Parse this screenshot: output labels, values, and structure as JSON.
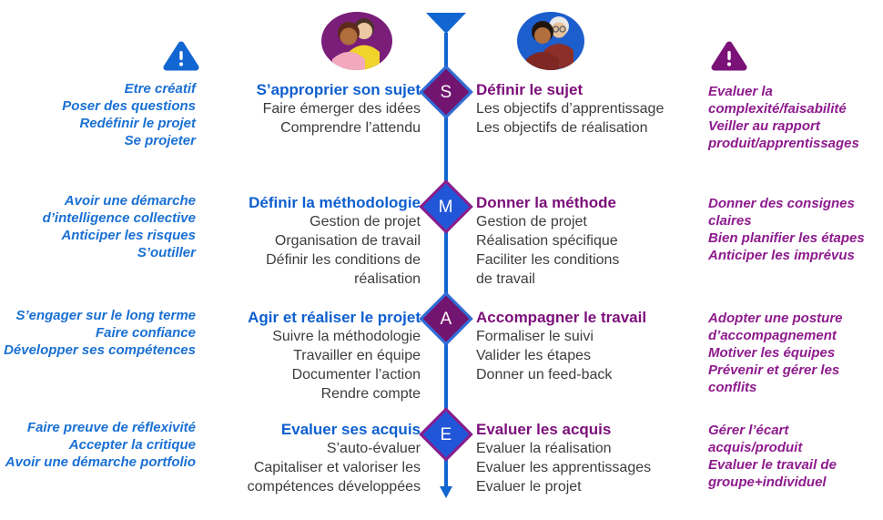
{
  "colors": {
    "student_accent_blue": "#1a70d4",
    "student_heading_blue": "#0d5fd0",
    "teacher_heading_purple": "#7c0f7a",
    "teacher_accent_purple": "#8e1b8e",
    "timeline_blue": "#1266d1",
    "diamond_purple_fill": "#721570",
    "diamond_blue_fill": "#2156d8",
    "diamond_blue_border": "#2e6fd9",
    "diamond_purple_border": "#8c1d8a",
    "body_text": "#3d3d3d",
    "student_warning_icon": "#1266d1",
    "teacher_warning_icon": "#7b1278",
    "students_avatar_bg": "#7b1e7a",
    "teachers_avatar_bg": "#1d5ecd"
  },
  "timeline": {
    "steps": [
      {
        "letter": "S",
        "variant": "purple"
      },
      {
        "letter": "M",
        "variant": "blue"
      },
      {
        "letter": "A",
        "variant": "purple"
      },
      {
        "letter": "E",
        "variant": "blue"
      }
    ]
  },
  "rows": [
    {
      "student_postures": [
        "Etre créatif",
        "Poser des questions",
        "Redéfinir le projet",
        "Se projeter"
      ],
      "student_action_title": "S’approprier son sujet",
      "student_action_lines": [
        "Faire émerger des idées",
        "Comprendre l’attendu"
      ],
      "teacher_action_title": "Définir le sujet",
      "teacher_action_lines": [
        "Les objectifs d’apprentissage",
        "Les objectifs de réalisation"
      ],
      "teacher_postures": [
        "Evaluer la",
        "complexité/faisabilité",
        "Veiller au rapport",
        "produit/apprentissages"
      ]
    },
    {
      "student_postures": [
        "Avoir une démarche",
        "d’intelligence collective",
        "Anticiper les risques",
        "S’outiller"
      ],
      "student_action_title": "Définir la méthodologie",
      "student_action_lines": [
        "Gestion de projet",
        "Organisation de travail",
        "Définir les conditions de",
        "réalisation"
      ],
      "teacher_action_title": "Donner la méthode",
      "teacher_action_lines": [
        "Gestion de projet",
        "Réalisation spécifique",
        "Faciliter les conditions",
        "de travail"
      ],
      "teacher_postures": [
        "Donner des consignes",
        "claires",
        "Bien planifier les étapes",
        "Anticiper les imprévus"
      ]
    },
    {
      "student_postures": [
        "S’engager sur le long terme",
        "Faire confiance",
        "Développer  ses compétences"
      ],
      "student_action_title": "Agir et réaliser le projet",
      "student_action_lines": [
        "Suivre la méthodologie",
        "Travailler en équipe",
        "Documenter l’action",
        "Rendre compte"
      ],
      "teacher_action_title": "Accompagner le travail",
      "teacher_action_lines": [
        "Formaliser le suivi",
        "Valider les étapes",
        "Donner un feed-back"
      ],
      "teacher_postures": [
        "Adopter une posture",
        "d’accompagnement",
        "Motiver les équipes",
        "Prévenir et gérer les",
        "conflits"
      ]
    },
    {
      "student_postures": [
        "Faire preuve de réflexivité",
        "Accepter la critique",
        "Avoir une démarche portfolio"
      ],
      "student_action_title": "Evaluer ses acquis",
      "student_action_lines": [
        "S’auto-évaluer",
        "Capitaliser et valoriser les",
        "compétences développées"
      ],
      "teacher_action_title": "Evaluer les acquis",
      "teacher_action_lines": [
        "Evaluer la réalisation",
        "Evaluer les apprentissages",
        "Evaluer le projet"
      ],
      "teacher_postures": [
        "Gérer l’écart",
        "acquis/produit",
        "Evaluer le travail de",
        "groupe+individuel"
      ]
    }
  ]
}
